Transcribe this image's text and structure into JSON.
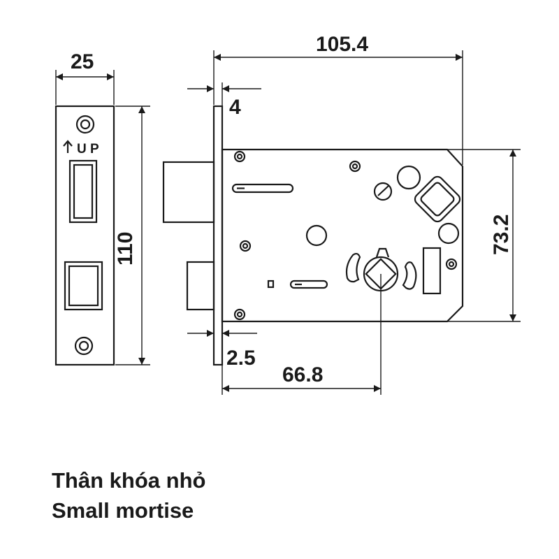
{
  "dimensions": {
    "faceplate_width": "25",
    "faceplate_height": "110",
    "overall_length": "105.4",
    "forend_thickness": "4",
    "offset": "2.5",
    "backset": "66.8",
    "case_height": "73.2"
  },
  "faceplate": {
    "up_label": "U P"
  },
  "caption": {
    "vi": "Thân khóa nhỏ",
    "en": "Small mortise"
  },
  "colors": {
    "line": "#1a1a1a",
    "background": "#ffffff"
  }
}
